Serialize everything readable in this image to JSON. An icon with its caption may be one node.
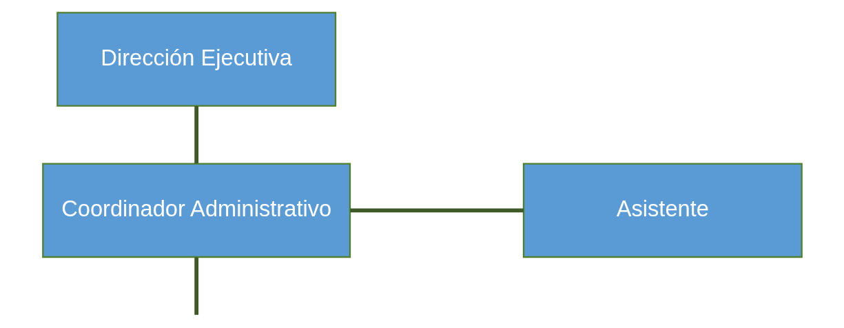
{
  "diagram": {
    "nodes": [
      {
        "text": [
          "Dirección Ejecutiva"
        ]
      },
      {
        "text": [
          "Coordinador Administrativo"
        ]
      },
      {
        "text": [
          "Asistente"
        ]
      }
    ],
    "edges": [
      {
        "from": 0,
        "to": 1,
        "arrow": "none"
      },
      {
        "from": 1,
        "to": 2,
        "arrow": "none"
      },
      {
        "from": 1,
        "to": null,
        "arrow": "none"
      }
    ]
  }
}
